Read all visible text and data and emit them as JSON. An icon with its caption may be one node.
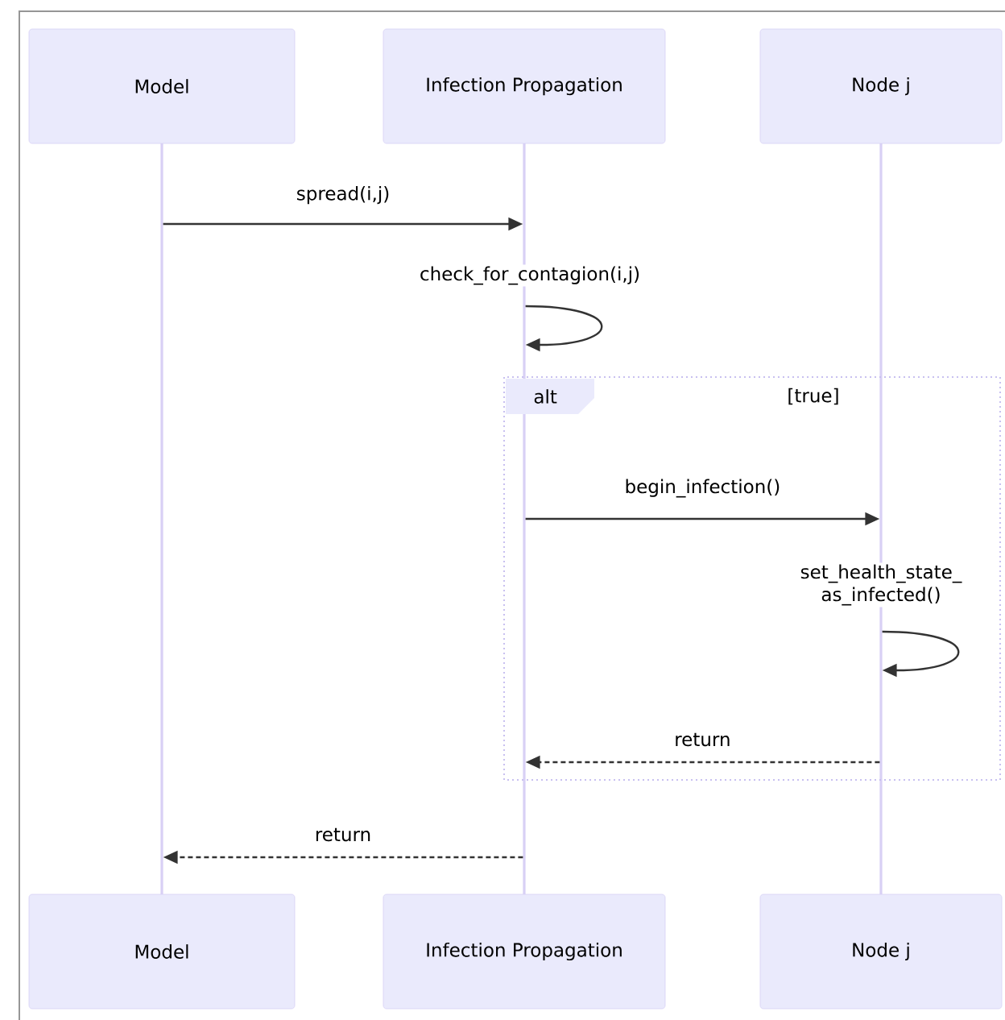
{
  "diagram": {
    "nodes": [
      {
        "text": [
          "Model"
        ]
      },
      {
        "text": [
          "Infection Propagation"
        ]
      },
      {
        "text": [
          "Node j"
        ]
      },
      {
        "text": [],
        "shape": "bar"
      },
      {
        "text": [],
        "shape": "bar"
      },
      {
        "text": [],
        "shape": "bar"
      },
      {
        "text": [
          "Model"
        ]
      },
      {
        "text": [
          "Infection Propagation"
        ]
      },
      {
        "text": [
          "Node j"
        ]
      }
    ],
    "edges": [
      {
        "from": 3,
        "to": 4,
        "arrow": "to",
        "label": "spread(i,j)"
      },
      {
        "from": 4,
        "to": 4,
        "arrow": "to",
        "label": "check_for_contagion(i,j)"
      },
      {
        "from": 4,
        "to": 5,
        "arrow": "to",
        "label": "begin_infection()"
      },
      {
        "from": 5,
        "to": 5,
        "arrow": "to",
        "label": "set_health_state_ as_infected()"
      },
      {
        "from": 5,
        "to": 4,
        "arrow": "to",
        "label": "return",
        "style": "dashed"
      },
      {
        "from": 4,
        "to": 3,
        "arrow": "to",
        "label": "return",
        "style": "dashed"
      }
    ],
    "labels": [
      "alt",
      "[true]"
    ]
  }
}
